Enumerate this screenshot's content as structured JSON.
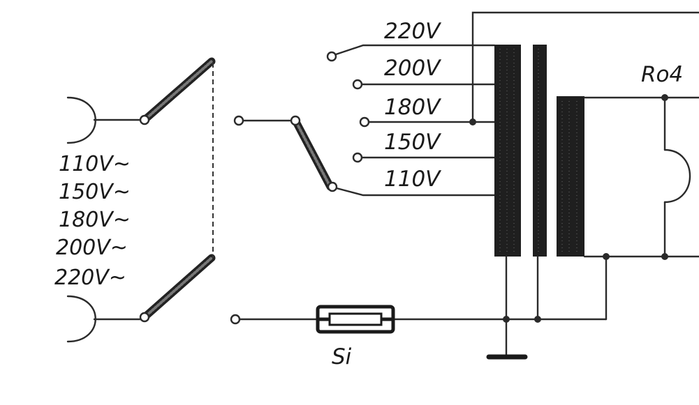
{
  "selector_labels": [
    "110V~",
    "150V~",
    "180V~",
    "200V~",
    "220V~"
  ],
  "tap_labels": [
    "220V",
    "200V",
    "180V",
    "150V",
    "110V"
  ],
  "fuse_label": "Si",
  "lamp_label": "Ro4",
  "icons": {
    "plug": "mains-plug-icon",
    "switch": "tap-selector-switch-icon",
    "fuse": "fuse-icon",
    "lamp": "pilot-lamp-icon",
    "ground": "ground-icon"
  }
}
